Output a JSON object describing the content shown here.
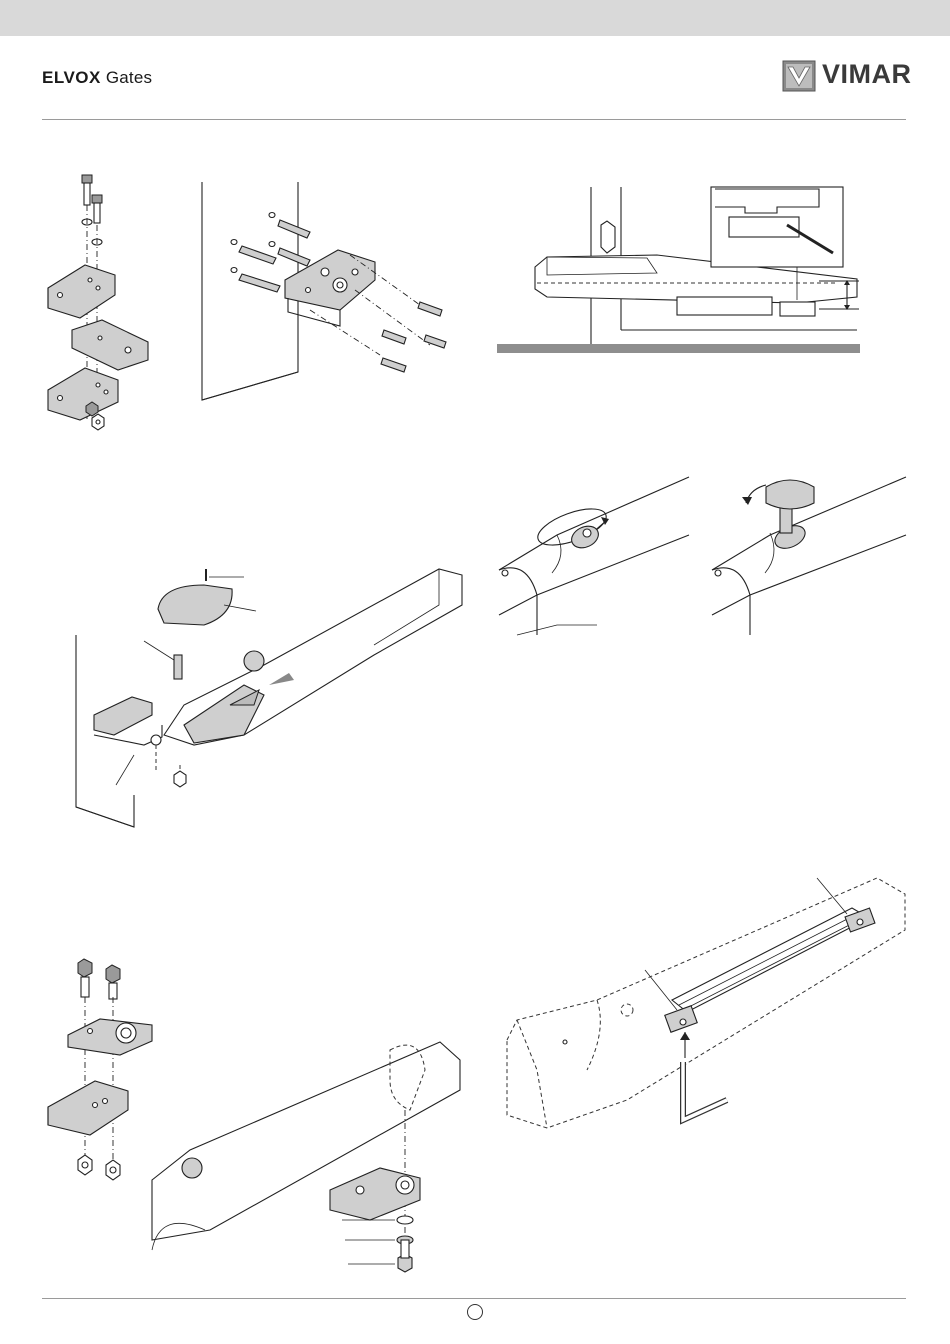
{
  "header": {
    "brand_bold": "ELVOX",
    "brand_light": "Gates",
    "logo_text": "VIMAR"
  },
  "figures": [
    {
      "id": "hinge-bracket-assembly",
      "icon": "bracket-exploded-icon"
    },
    {
      "id": "wall-bracket-fixing",
      "icon": "wall-anchor-icon"
    },
    {
      "id": "motor-alignment-detail",
      "icon": "motor-level-icon"
    },
    {
      "id": "release-key-insert",
      "icon": "release-key-icon"
    },
    {
      "id": "release-key-turn",
      "icon": "release-key-turn-icon"
    },
    {
      "id": "motor-bracket-mounting",
      "icon": "motor-mount-icon"
    },
    {
      "id": "gate-bracket-assembly",
      "icon": "gate-bracket-icon"
    },
    {
      "id": "motor-gate-fixing",
      "icon": "motor-gate-fix-icon"
    },
    {
      "id": "limit-switch-adjustment",
      "icon": "hex-key-icon"
    }
  ]
}
